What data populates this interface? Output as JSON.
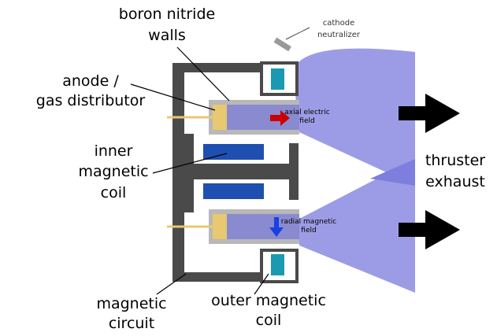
{
  "labels": {
    "boron_nitride_line1": "boron nitride",
    "boron_nitride_line2": "walls",
    "cathode_line1": "cathode",
    "cathode_line2": "neutralizer",
    "anode_line1": "anode /",
    "anode_line2": "gas distributor",
    "inner_coil_line1": "inner",
    "inner_coil_line2": "magnetic",
    "inner_coil_line3": "coil",
    "axial_line1": "axial electric",
    "axial_line2": "field",
    "radial_line1": "radial magnetic",
    "radial_line2": "field",
    "exhaust_line1": "thruster",
    "exhaust_line2": "exhaust",
    "circuit_line1": "magnetic",
    "circuit_line2": "circuit",
    "outer_coil_line1": "outer magnetic",
    "outer_coil_line2": "coil"
  },
  "colors": {
    "plume": "#9c9ce6",
    "plume_overlap": "#7e7ede",
    "channel": "#8a8ad0",
    "wall": "#b8b8b8",
    "anode": "#e8c870",
    "magnetic_circuit": "#4a4a4a",
    "inner_coil": "#1f4fb0",
    "outer_coil": "#1a9ab0",
    "electric_field_arrow": "#cc0000",
    "magnetic_field_arrow": "#1a40e0",
    "exhaust_arrow": "#000000"
  }
}
